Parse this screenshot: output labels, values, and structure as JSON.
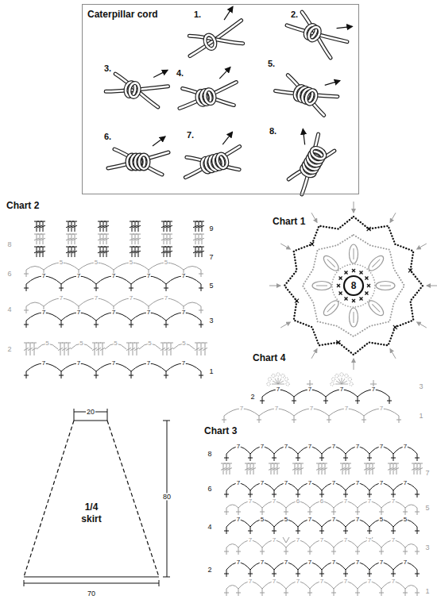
{
  "diagram": {
    "nodes": [
      {
        "text": [
          "Caterpillar cord"
        ]
      },
      {
        "text": [
          "8"
        ]
      },
      {
        "text": [
          "1/4 skirt"
        ]
      }
    ],
    "labels": [
      "1.",
      "2.",
      "3.",
      "4.",
      "5.",
      "6.",
      "7.",
      "8.",
      "Chart 2",
      "9",
      "8",
      "7",
      "6",
      "5",
      "4",
      "3",
      "2",
      "1",
      "5",
      "5",
      "5",
      "5",
      "7",
      "7",
      "7",
      "7",
      "7",
      "7",
      "7",
      "7",
      "7",
      "7",
      "7",
      "7",
      "7",
      "7",
      "5",
      "5",
      "5",
      "5",
      "5",
      "7",
      "7",
      "7",
      "7",
      "7",
      "Chart 1",
      "Chart 4",
      "3",
      "2",
      "1",
      "7",
      "7",
      "7",
      "7",
      "7",
      "7",
      "7",
      "7",
      "7",
      "20",
      "80",
      "70",
      "Chart 3",
      "8",
      "7",
      "6",
      "5",
      "4",
      "3",
      "2",
      "1",
      "7",
      "7",
      "7",
      "7",
      "7",
      "7",
      "7",
      "7",
      "7",
      "7",
      "7",
      "7",
      "7",
      "7",
      "7",
      "7",
      "7",
      "7",
      "6",
      "6",
      "7",
      "7",
      "7",
      "7",
      "5",
      "5",
      "7",
      "7",
      "7",
      "5",
      "5",
      "7",
      "7",
      "7",
      "7",
      "7",
      "7",
      "7",
      "7",
      "7",
      "7",
      "7",
      "7",
      "7",
      "7",
      "7",
      "7",
      "7",
      "7",
      "7",
      "7",
      "7",
      "7"
    ]
  }
}
